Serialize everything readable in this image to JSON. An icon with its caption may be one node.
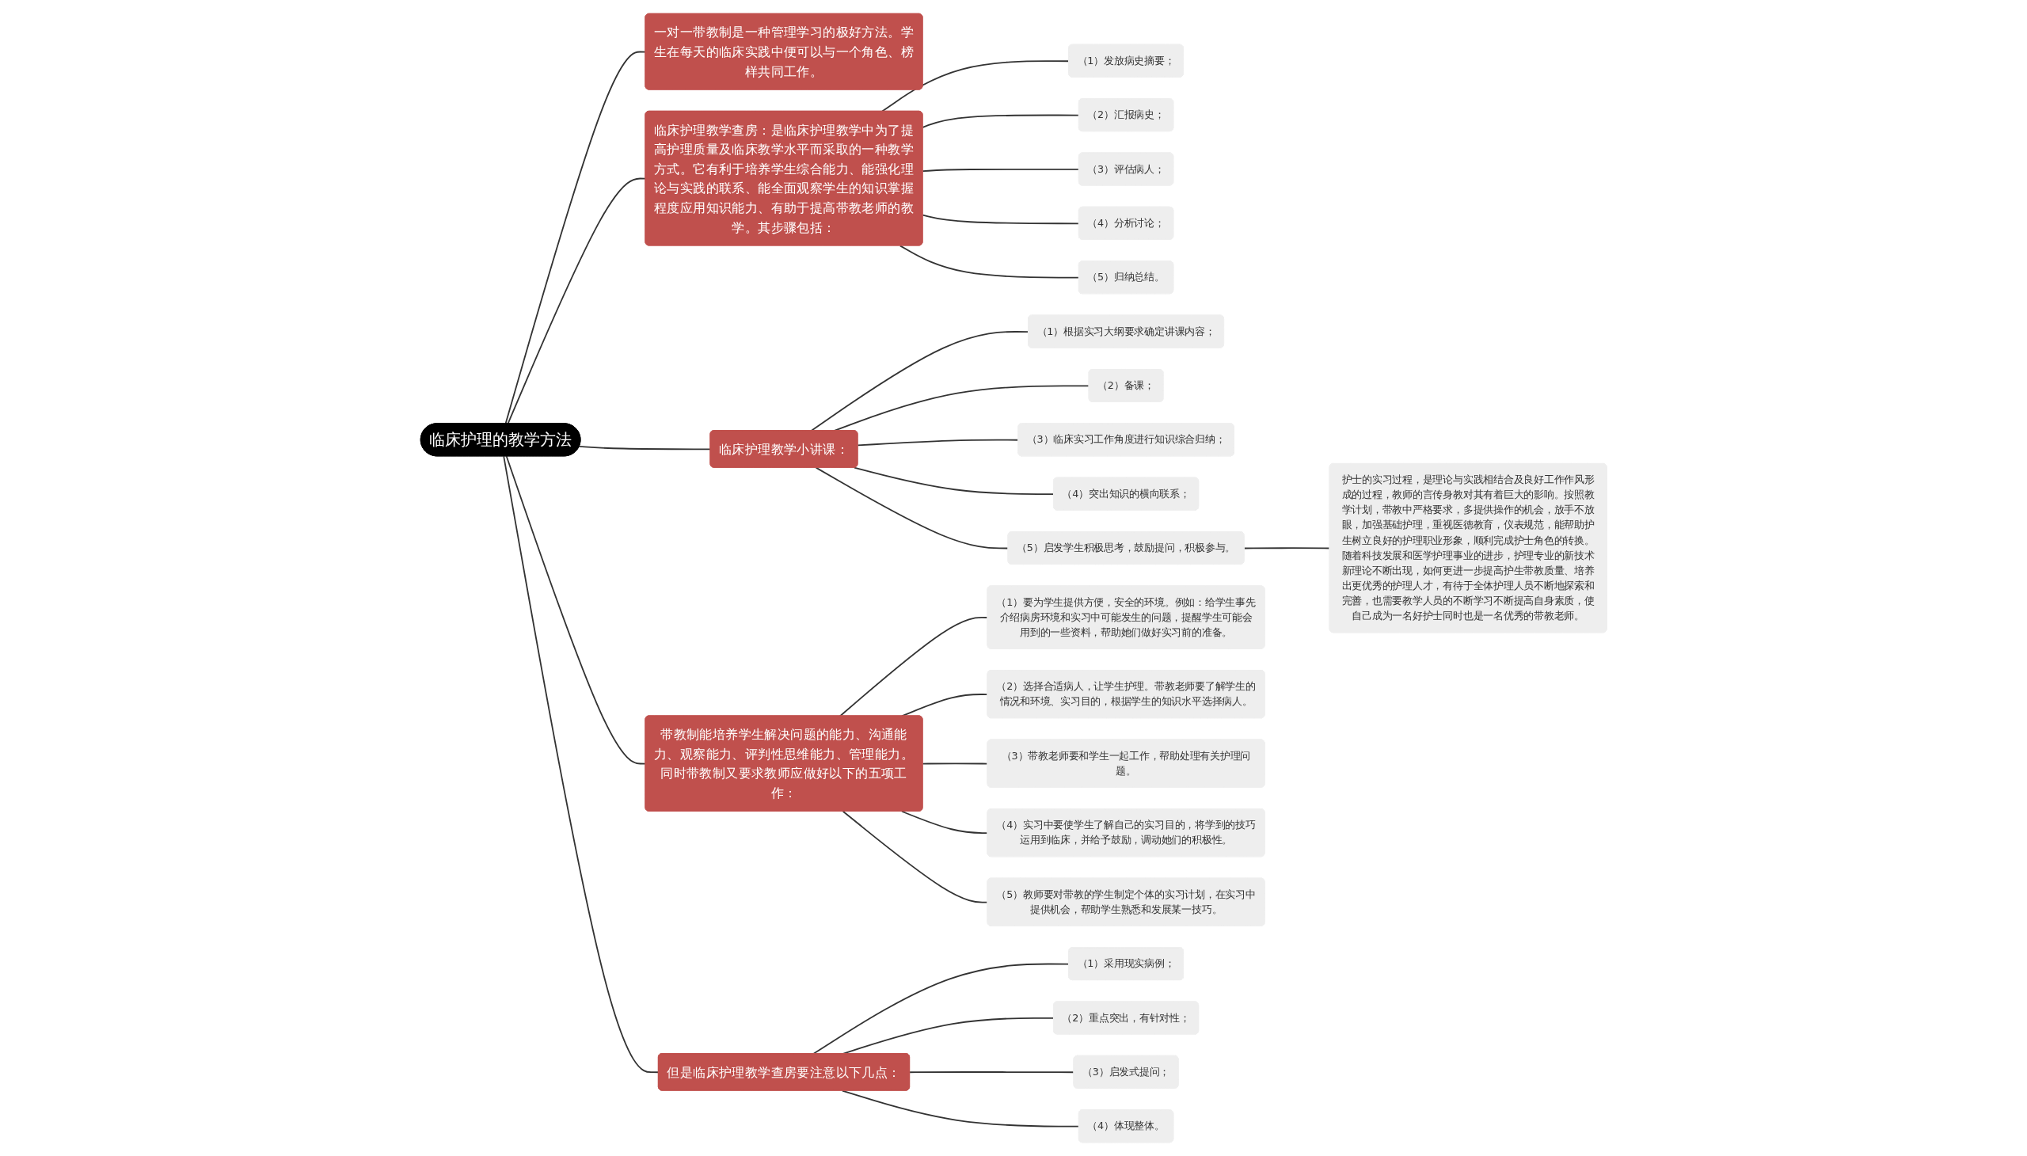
{
  "diagram": {
    "nodes": [
      {
        "text": [
          "临床护理的教学方法"
        ]
      },
      {
        "text": [
          "一对一带教制是一种管理学习的极好方法。学生在每天的临床实践中便可以与一个角色、榜样共同工作。"
        ]
      },
      {
        "text": [
          "临床护理教学查房：是临床护理教学中为了提高护理质量及临床教学水平而采取的一种教学方式。它有利于培养学生综合能力、能强化理论与实践的联系、能全面观察学生的知识掌握程度应用知识能力、有助于提高带教老师的教学。其步骤包括："
        ]
      },
      {
        "text": [
          "（1）发放病史摘要；"
        ]
      },
      {
        "text": [
          "（2）汇报病史；"
        ]
      },
      {
        "text": [
          "（3）评估病人；"
        ]
      },
      {
        "text": [
          "（4）分析讨论；"
        ]
      },
      {
        "text": [
          "（5）归纳总结。"
        ]
      },
      {
        "text": [
          "临床护理教学小讲课："
        ]
      },
      {
        "text": [
          "（1）根据实习大纲要求确定讲课内容；"
        ]
      },
      {
        "text": [
          "（2）备课；"
        ]
      },
      {
        "text": [
          "（3）临床实习工作角度进行知识综合归纳；"
        ]
      },
      {
        "text": [
          "（4）突出知识的横向联系；"
        ]
      },
      {
        "text": [
          "（5）启发学生积极思考，鼓励提问，积极参与。"
        ]
      },
      {
        "text": [
          "护士的实习过程，是理论与实践相结合及良好工作作风形成的过程，教师的言传身教对其有着巨大的影响。按照教学计划，带教中严格要求，多提供操作的机会，放手不放眼，加强基础护理，重视医德教育，仪表规范，能帮助护生树立良好的护理职业形象，顺利完成护士角色的转换。随着科技发展和医学护理事业的进步，护理专业的新技术新理论不断出现，如何更进一步提高护生带教质量、培养出更优秀的护理人才，有待于全体护理人员不断地探索和完善，也需要教学人员的不断学习不断提高自身素质，使自己成为一名好护士同时也是一名优秀的带教老师。"
        ]
      },
      {
        "text": [
          "带教制能培养学生解决问题的能力、沟通能力、观察能力、评判性思维能力、管理能力。同时带教制又要求教师应做好以下的五项工作："
        ]
      },
      {
        "text": [
          "（1）要为学生提供方便，安全的环境。例如：给学生事先介绍病房环境和实习中可能发生的问题，提醒学生可能会用到的一些资料，帮助她们做好实习前的准备。"
        ]
      },
      {
        "text": [
          "（2）选择合适病人，让学生护理。带教老师要了解学生的情况和环境、实习目的，根据学生的知识水平选择病人。"
        ]
      },
      {
        "text": [
          "（3）带教老师要和学生一起工作，帮助处理有关护理问题。"
        ]
      },
      {
        "text": [
          "（4）实习中要使学生了解自己的实习目的，将学到的技巧运用到临床，并给予鼓励，调动她们的积极性。"
        ]
      },
      {
        "text": [
          "（5）教师要对带教的学生制定个体的实习计划，在实习中提供机会，帮助学生熟悉和发展某一技巧。"
        ]
      },
      {
        "text": [
          "但是临床护理教学查房要注意以下几点："
        ]
      },
      {
        "text": [
          "（1）采用现实病例；"
        ]
      },
      {
        "text": [
          "（2）重点突出，有针对性；"
        ]
      },
      {
        "text": [
          "（3）启发式提问；"
        ]
      },
      {
        "text": [
          "（4）体现整体。"
        ]
      }
    ],
    "edges": [
      {
        "from": 0,
        "to": 1,
        "arrow": "none"
      },
      {
        "from": 0,
        "to": 2,
        "arrow": "none"
      },
      {
        "from": 2,
        "to": 3,
        "arrow": "none"
      },
      {
        "from": 2,
        "to": 4,
        "arrow": "none"
      },
      {
        "from": 2,
        "to": 5,
        "arrow": "none"
      },
      {
        "from": 2,
        "to": 6,
        "arrow": "none"
      },
      {
        "from": 2,
        "to": 7,
        "arrow": "none"
      },
      {
        "from": 0,
        "to": 8,
        "arrow": "none"
      },
      {
        "from": 8,
        "to": 9,
        "arrow": "none"
      },
      {
        "from": 8,
        "to": 10,
        "arrow": "none"
      },
      {
        "from": 8,
        "to": 11,
        "arrow": "none"
      },
      {
        "from": 8,
        "to": 12,
        "arrow": "none"
      },
      {
        "from": 8,
        "to": 13,
        "arrow": "none"
      },
      {
        "from": 13,
        "to": 14,
        "arrow": "none"
      },
      {
        "from": 0,
        "to": 15,
        "arrow": "none"
      },
      {
        "from": 15,
        "to": 16,
        "arrow": "none"
      },
      {
        "from": 15,
        "to": 17,
        "arrow": "none"
      },
      {
        "from": 15,
        "to": 18,
        "arrow": "none"
      },
      {
        "from": 15,
        "to": 19,
        "arrow": "none"
      },
      {
        "from": 15,
        "to": 20,
        "arrow": "none"
      },
      {
        "from": 0,
        "to": 21,
        "arrow": "none"
      },
      {
        "from": 21,
        "to": 22,
        "arrow": "none"
      },
      {
        "from": 21,
        "to": 23,
        "arrow": "none"
      },
      {
        "from": 21,
        "to": 24,
        "arrow": "none"
      },
      {
        "from": 21,
        "to": 25,
        "arrow": "none"
      }
    ]
  }
}
